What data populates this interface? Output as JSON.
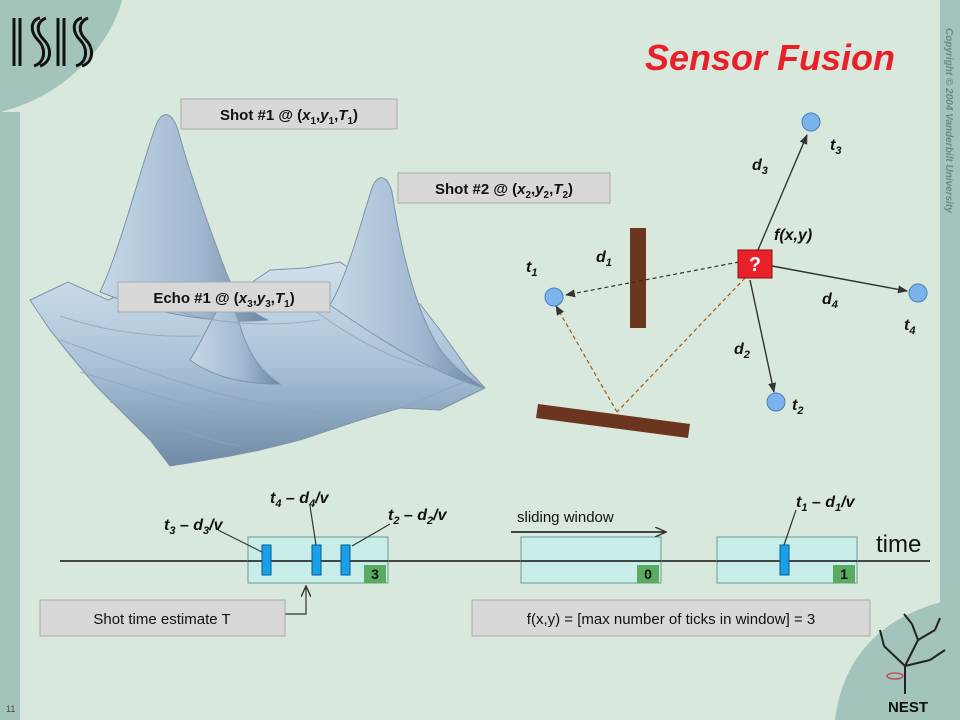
{
  "title": "Sensor Fusion",
  "slide_number": "11",
  "copyright": "Copyright © 2004 Vanderbilt University",
  "logos": {
    "top_left": "ISIS",
    "bottom_right": "NEST"
  },
  "surface_labels": {
    "shot1": {
      "prefix": "Shot #1 @ (",
      "v1": "x",
      "s1": "1",
      "v2": "y",
      "s2": "1",
      "v3": "T",
      "s3": "1"
    },
    "shot2": {
      "prefix": "Shot #2 @ (",
      "v1": "x",
      "s1": "2",
      "v2": "y",
      "s2": "2",
      "v3": "T",
      "s3": "2"
    },
    "echo1": {
      "prefix": "Echo #1 @ (",
      "v1": "x",
      "s1": "3",
      "v2": "y",
      "s2": "3",
      "v3": "T",
      "s3": "1"
    }
  },
  "geometry_labels": {
    "unknown": "?",
    "fxy": "f(x,y)",
    "t1": {
      "base": "t",
      "sub": "1"
    },
    "t2": {
      "base": "t",
      "sub": "2"
    },
    "t3": {
      "base": "t",
      "sub": "3"
    },
    "t4": {
      "base": "t",
      "sub": "4"
    },
    "d1": {
      "base": "d",
      "sub": "1"
    },
    "d2": {
      "base": "d",
      "sub": "2"
    },
    "d3": {
      "base": "d",
      "sub": "3"
    },
    "d4": {
      "base": "d",
      "sub": "4"
    }
  },
  "timeline": {
    "axis_label": "time",
    "sliding_window_label": "sliding window",
    "window_counts": [
      "3",
      "0",
      "1"
    ],
    "tick_labels": {
      "t3d3": {
        "a": "t",
        "as": "3",
        "b": "d",
        "bs": "3"
      },
      "t4d4": {
        "a": "t",
        "as": "4",
        "b": "d",
        "bs": "4"
      },
      "t2d2": {
        "a": "t",
        "as": "2",
        "b": "d",
        "bs": "2"
      },
      "t1d1": {
        "a": "t",
        "as": "1",
        "b": "d",
        "bs": "1"
      }
    },
    "shot_estimate": "Shot time estimate T",
    "formula": "f(x,y) = [max number of ticks in window] = 3"
  },
  "colors": {
    "title": "#e8202a",
    "background": "#d8e8dc",
    "left_band": "#a3c4bc",
    "sensor": "#7bb4ec",
    "wall": "#6b3520",
    "window_fill": "#c8ece8",
    "tick": "#18a0e8",
    "surface": "#a9c2d8",
    "label_box": "#d8d8d8"
  }
}
